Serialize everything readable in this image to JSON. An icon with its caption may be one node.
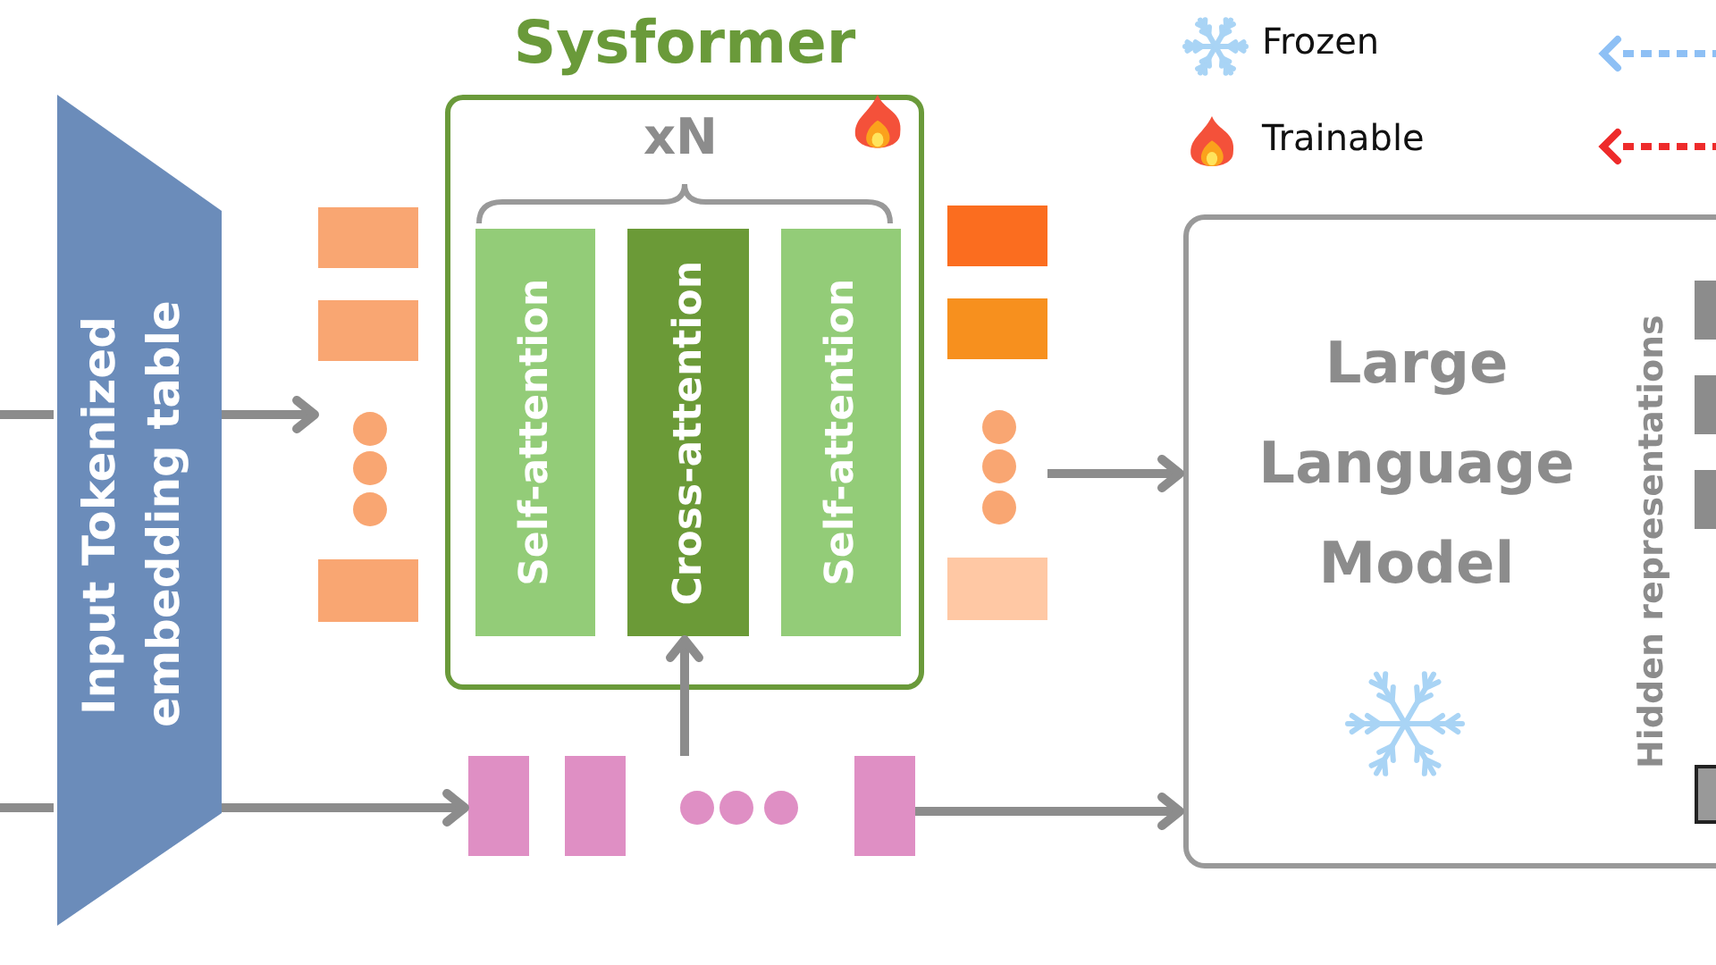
{
  "diagram": {
    "nodes": [
      {
        "text": [
          "Sysformer"
        ]
      },
      {
        "text": [
          "Self-attention"
        ],
        "in": 0
      },
      {
        "text": [
          "Cross-attention"
        ],
        "in": 0
      },
      {
        "text": [
          "Self-attention"
        ],
        "in": 0
      },
      {
        "text": [
          "Input Tokenized embedding table"
        ]
      },
      {
        "text": [
          "Large Language Model",
          "Hidden representations"
        ]
      },
      {
        "text": [],
        "shape": "bar"
      },
      {
        "text": [],
        "shape": "bar"
      },
      {
        "text": [],
        "shape": "bar"
      }
    ],
    "edges": [
      {
        "from": null,
        "to": 4,
        "arrow": "none"
      },
      {
        "from": 4,
        "to": 6,
        "arrow": "to"
      },
      {
        "from": null,
        "to": 4,
        "arrow": "none"
      },
      {
        "from": 4,
        "to": 8,
        "arrow": "to"
      },
      {
        "from": 8,
        "to": 2,
        "arrow": "to"
      },
      {
        "from": 8,
        "to": 5,
        "arrow": "to"
      },
      {
        "from": 7,
        "to": 5,
        "arrow": "to"
      }
    ],
    "labels": [
      "xN"
    ],
    "legend": [
      {
        "text": "Frozen"
      },
      {
        "text": "Trainable"
      }
    ]
  }
}
